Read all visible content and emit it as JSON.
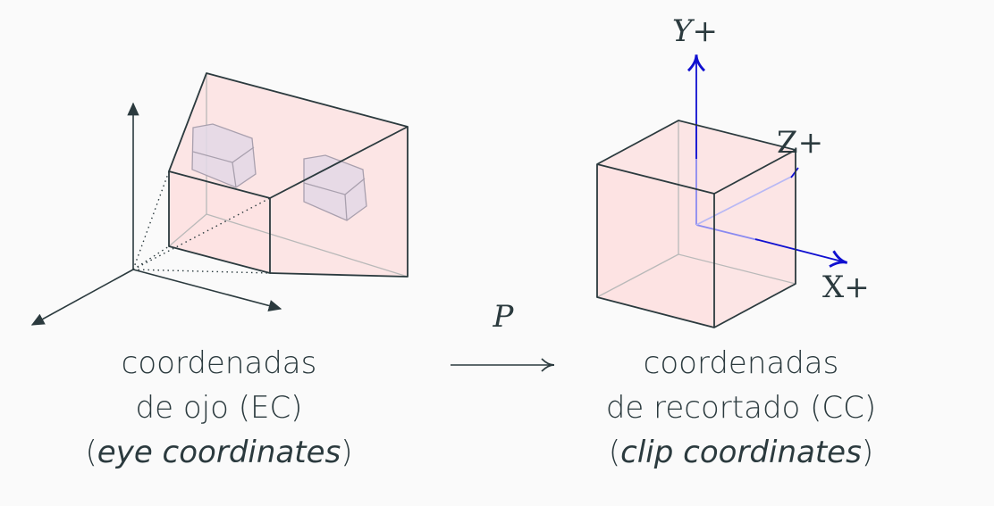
{
  "colors": {
    "background": "#fafafa",
    "text": "#2b3a3e",
    "frustum_fill": "#fde0e0",
    "axis_blue": "#1010d0",
    "object_fill": "#e3d8e6"
  },
  "left": {
    "caption_line1": "coordenadas",
    "caption_line2": "de ojo (EC)",
    "caption_line3_open": "(",
    "caption_line3_italic": "eye coordinates",
    "caption_line3_close": ")"
  },
  "transform": {
    "label": "P"
  },
  "right": {
    "caption_line1": "coordenadas",
    "caption_line2": "de recortado (CC)",
    "caption_line3_open": "(",
    "caption_line3_italic": "clip coordinates",
    "caption_line3_close": ")",
    "axis_y_label": "Y+",
    "axis_z_label": "Z+",
    "axis_x_label": "X+"
  }
}
